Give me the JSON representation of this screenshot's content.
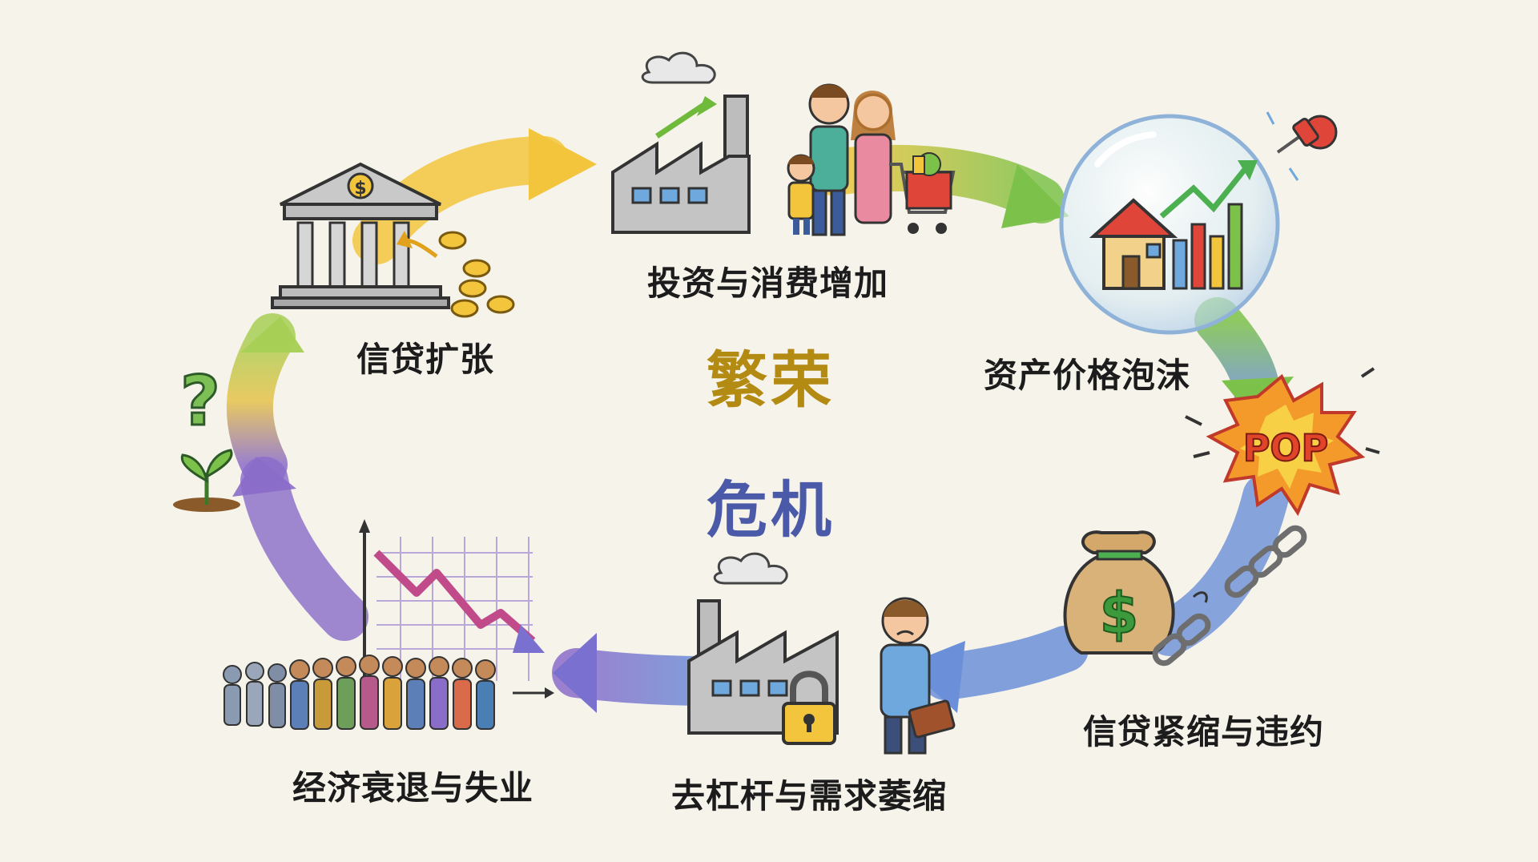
{
  "center": {
    "prosperity": "繁荣",
    "crisis": "危机",
    "prosperity_color": "#b38a12",
    "crisis_color": "#4b5aa8"
  },
  "stages": {
    "credit_expansion": "信贷扩张",
    "investment_consumption": "投资与消费增加",
    "asset_bubble": "资产价格泡沫",
    "credit_contraction": "信贷紧缩与违约",
    "deleveraging": "去杠杆与需求萎缩",
    "recession": "经济衰退与失业"
  },
  "icons": {
    "pop_text": "POP",
    "dollar": "$",
    "question": "?"
  },
  "colors": {
    "arrow_yellow": "#f2c53d",
    "arrow_green": "#7cc24a",
    "arrow_blue": "#6b8fd8",
    "arrow_purple": "#8a6cc9",
    "pop_orange": "#f39a2b",
    "pop_red": "#e0452c"
  }
}
